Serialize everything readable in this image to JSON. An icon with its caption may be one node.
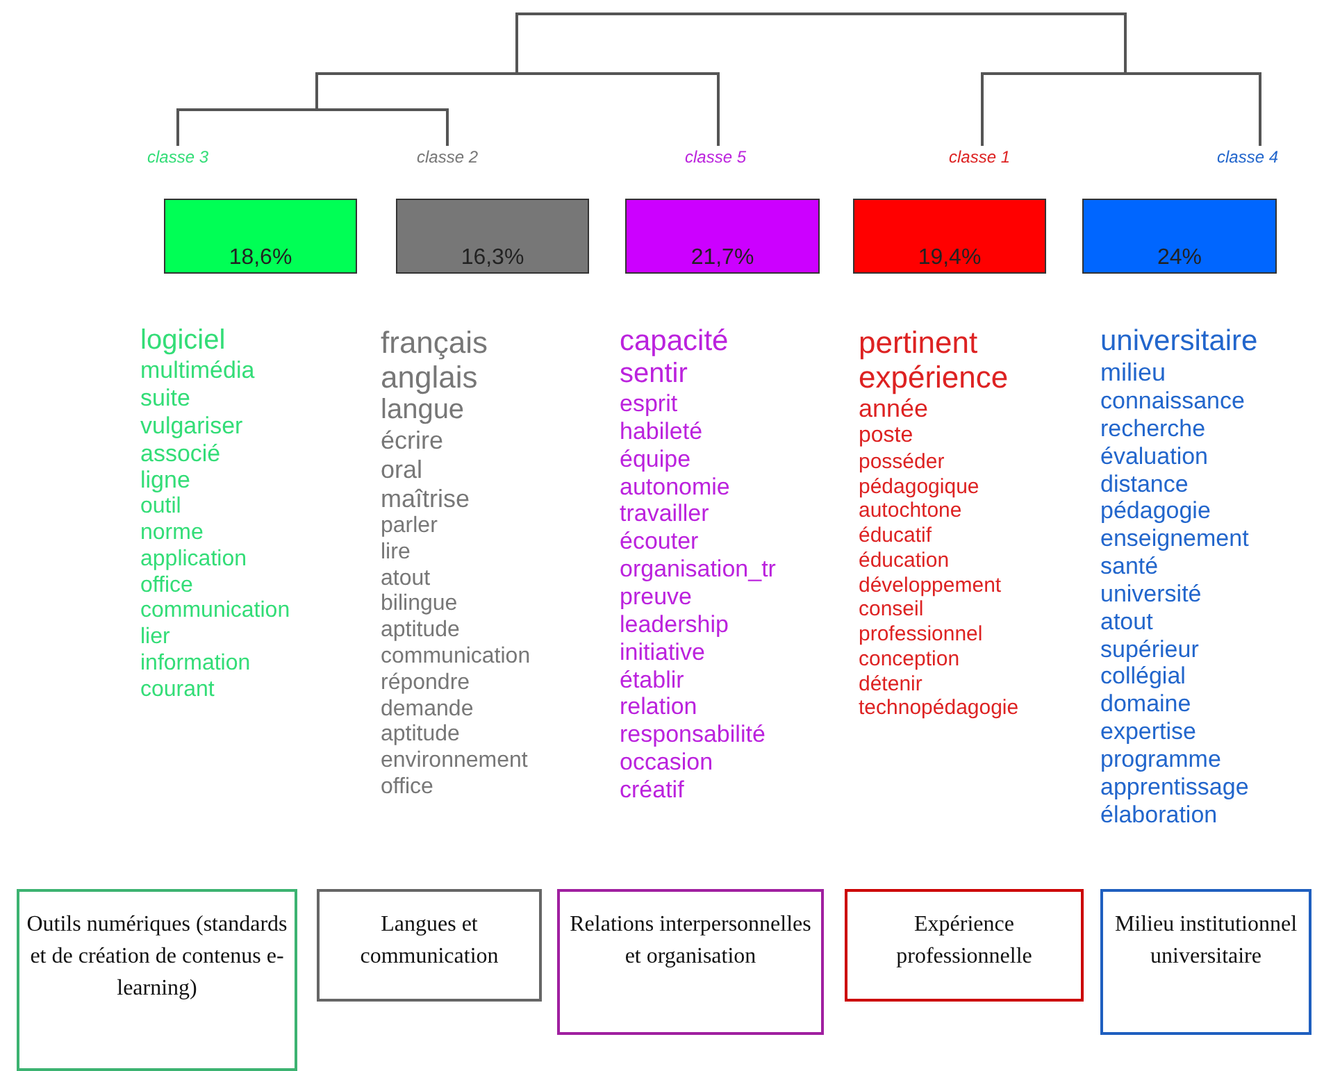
{
  "diagram": {
    "nodes": [
      {
        "text": [
          "classe 3"
        ]
      },
      {
        "text": [
          "classe 2"
        ]
      },
      {
        "text": [
          "classe 5"
        ]
      },
      {
        "text": [
          "classe 1"
        ]
      },
      {
        "text": [
          "classe 4"
        ]
      },
      {
        "text": [
          "18,6%"
        ],
        "beside": [
          "logiciel",
          "multimédia",
          "suite",
          "vulgariser",
          "associé",
          "ligne",
          "outil",
          "norme",
          "application",
          "office",
          "communication",
          "lier",
          "information",
          "courant"
        ]
      },
      {
        "text": [
          "16,3%"
        ],
        "beside": [
          "français",
          "anglais",
          "langue",
          "écrire",
          "oral",
          "maîtrise",
          "parler",
          "lire",
          "atout",
          "bilingue",
          "aptitude",
          "communication",
          "répondre",
          "demande",
          "aptitude",
          "environnement",
          "office"
        ]
      },
      {
        "text": [
          "21,7%"
        ],
        "beside": [
          "capacité",
          "sentir",
          "esprit",
          "habileté",
          "équipe",
          "autonomie",
          "travailler",
          "écouter",
          "organisation_tr",
          "preuve",
          "leadership",
          "initiative",
          "établir",
          "relation",
          "responsabilité",
          "occasion",
          "créatif"
        ]
      },
      {
        "text": [
          "19,4%"
        ],
        "beside": [
          "pertinent",
          "expérience",
          "année",
          "poste",
          "posséder",
          "pédagogique",
          "autochtone",
          "éducatif",
          "éducation",
          "développement",
          "conseil",
          "professionnel",
          "conception",
          "détenir",
          "technopédagogie"
        ]
      },
      {
        "text": [
          "24%"
        ],
        "beside": [
          "universitaire",
          "milieu",
          "connaissance",
          "recherche",
          "évaluation",
          "distance",
          "pédagogie",
          "enseignement",
          "santé",
          "université",
          "atout",
          "supérieur",
          "collégial",
          "domaine",
          "expertise",
          "programme",
          "apprentissage",
          "élaboration"
        ]
      },
      {
        "text": [
          "Outils numériques (standards et de création de contenus e-learning)"
        ]
      },
      {
        "text": [
          "Langues et communication"
        ]
      },
      {
        "text": [
          "Relations interpersonnelles et organisation"
        ]
      },
      {
        "text": [
          "Expérience professionnelle"
        ]
      },
      {
        "text": [
          "Milieu institutionnel universitaire"
        ]
      }
    ],
    "edges": [
      {
        "from": null,
        "to": 0,
        "arrow": "none"
      },
      {
        "from": null,
        "to": 1,
        "arrow": "none"
      },
      {
        "from": null,
        "to": 2,
        "arrow": "none"
      },
      {
        "from": null,
        "to": 3,
        "arrow": "none"
      },
      {
        "from": null,
        "to": 4,
        "arrow": "none"
      }
    ]
  }
}
